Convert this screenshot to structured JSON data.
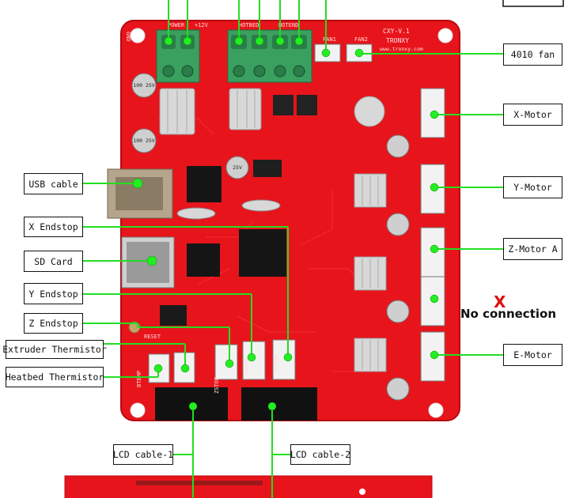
{
  "board": {
    "model": "CXY-V.1",
    "brand": "TRONXY",
    "url": "www.tronxy.com",
    "silk": {
      "power": "POWER",
      "plus12v": "+12V",
      "hotbed": "HOTBED",
      "hotend": "HOTEND",
      "fan1": "FAN1",
      "fan2": "FAN2",
      "gnd": "GND",
      "zstop": "ZSTOP",
      "ystop": "YSTOP",
      "xstop": "XSTOP",
      "btemp": "BTEMP",
      "reset": "RESET"
    },
    "caps": {
      "cap_a": "100 25V",
      "cap_b": "100 25V",
      "cap_c": "25V"
    }
  },
  "labels": {
    "fan": "4010 fan",
    "x_motor": "X-Motor",
    "y_motor": "Y-Motor",
    "z_motor_a": "Z-Motor A",
    "e_motor": "E-Motor",
    "usb": "USB cable",
    "x_endstop": "X Endstop",
    "sd_card": "SD Card",
    "y_endstop": "Y Endstop",
    "z_endstop": "Z Endstop",
    "extruder_thermistor": "Extruder Thermistor",
    "heatbed_thermistor": "Heatbed Thermistor",
    "lcd1": "LCD cable-1",
    "lcd2": "LCD cable-2"
  },
  "no_connection": {
    "mark": "X",
    "text": "No connection"
  },
  "colors": {
    "board": "#e8141b",
    "connector_line": "#22dd22",
    "marker": "#22ee22",
    "terminal": "#3aa060",
    "no_connection_mark": "#e01010"
  }
}
